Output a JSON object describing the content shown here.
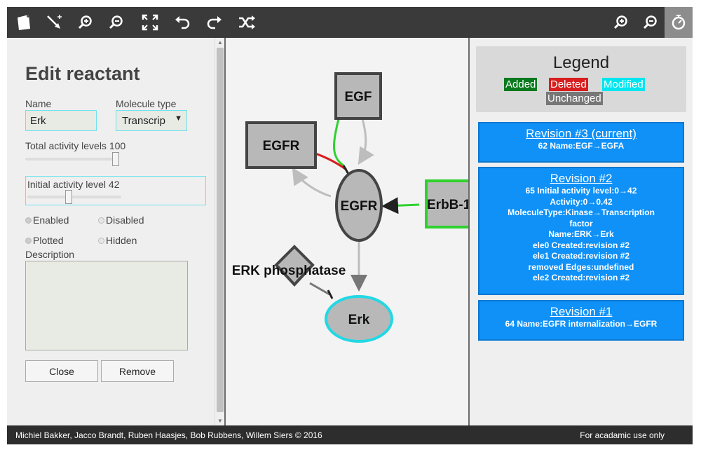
{
  "editor": {
    "title": "Edit reactant",
    "name_label": "Name",
    "name_value": "Erk",
    "moltype_label": "Molecule type",
    "moltype_value": "Transcrip",
    "total_activity_label": "Total activity levels 100",
    "initial_activity_label": "Initial activity level 42",
    "enabled": "Enabled",
    "disabled": "Disabled",
    "plotted": "Plotted",
    "hidden": "Hidden",
    "description_label": "Description",
    "description_value": "",
    "close": "Close",
    "remove": "Remove"
  },
  "graph": {
    "nodes": [
      "EGF",
      "EGFR",
      "EGFR",
      "ErbB-1",
      "ERK phosphatase",
      "Erk"
    ]
  },
  "legend": {
    "title": "Legend",
    "added": "Added",
    "deleted": "Deleted",
    "modified": "Modified",
    "unchanged": "Unchanged",
    "colors": {
      "added": "#0a7a1e",
      "deleted": "#d81e1e",
      "modified": "#00e5ef",
      "unchanged": "#777777"
    }
  },
  "revisions": [
    {
      "title": "Revision #3 (current)",
      "lines": [
        "62 Name:EGF→EGFA"
      ]
    },
    {
      "title": "Revision #2",
      "lines": [
        "65 Initial activity level:0→42",
        "Activity:0→0.42",
        "MoleculeType:Kinase→Transcription",
        "factor",
        "Name:ERK→Erk",
        "ele0 Created:revision #2",
        "ele1 Created:revision #2",
        "removed Edges:undefined",
        "ele2 Created:revision #2"
      ]
    },
    {
      "title": "Revision #1",
      "lines": [
        "64 Name:EGFR internalization→EGFR"
      ]
    }
  ],
  "footer": {
    "credits": "Michiel Bakker, Jacco Brandt, Ruben Haasjes, Bob Rubbens, Willem Siers  © 2016",
    "note": "For acadamic use only"
  },
  "toolbar": {
    "icons": [
      "new-file-icon",
      "add-edge-icon",
      "zoom-in-icon",
      "zoom-out-icon",
      "fit-icon",
      "undo-icon",
      "redo-icon",
      "shuffle-icon",
      "zoom-in-icon",
      "zoom-out-icon",
      "timer-icon"
    ]
  }
}
